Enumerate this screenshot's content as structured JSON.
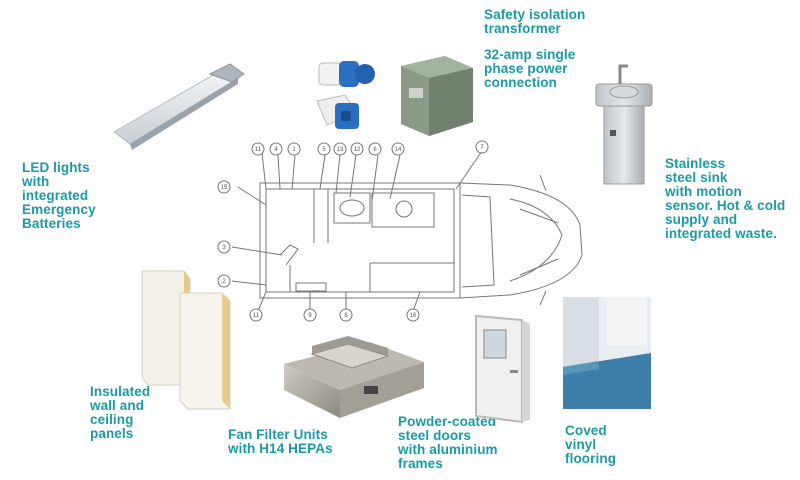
{
  "labels": {
    "transformer": "Safety isolation\ntransformer",
    "power": "32-amp single\nphase power\nconnection",
    "led": "LED lights\nwith\nintegrated\nEmergency\nBatteries",
    "sink": "Stainless\nsteel sink\nwith motion\nsensor. Hot & cold\nsupply and\nintegrated waste.",
    "panels": "Insulated\nwall and\nceiling\npanels",
    "ffu": "Fan Filter Units\nwith H14 HEPAs",
    "doors": "Powder-coated\nsteel doors\nwith aluminium\nframes",
    "flooring": "Coved\nvinyl\nflooring"
  },
  "callouts": {
    "n11a": "11",
    "n4": "4",
    "n1": "1",
    "n5": "5",
    "n13": "13",
    "n12": "12",
    "n6": "6",
    "n14": "14",
    "n7": "7",
    "n15": "15",
    "n3": "3",
    "n2": "2",
    "n11b": "11",
    "n9": "9",
    "n8": "8",
    "n16": "16"
  },
  "colors": {
    "label_teal": "#1a9aa6",
    "line_gray": "#777777"
  }
}
